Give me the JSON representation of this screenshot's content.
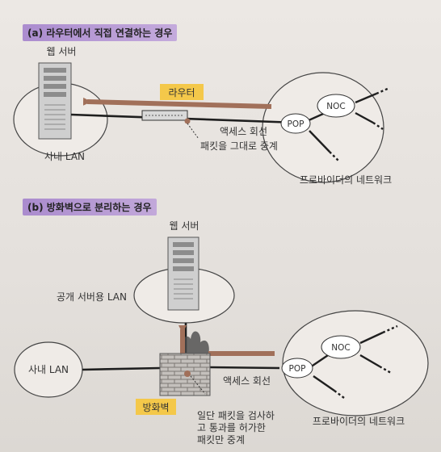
{
  "section_a": {
    "title": "(a) 라우터에서 직접 연결하는 경우",
    "web_server": "웹 서버",
    "router": "라우터",
    "lan": "사내 LAN",
    "relay": "패킷을 그대로 중계",
    "access_line": "액세스 회선",
    "pop": "POP",
    "noc": "NOC",
    "provider": "프로바이더의 네트워크"
  },
  "section_b": {
    "title": "(b) 방화벽으로 분리하는 경우",
    "web_server": "웹 서버",
    "public_lan": "공개 서버용 LAN",
    "lan": "사내 LAN",
    "firewall": "방화벽",
    "inspect_line1": "일단 패킷을 검사하",
    "inspect_line2": "고 통과를 허가한",
    "inspect_line3": "패킷만 중계",
    "access_line": "액세스 회선",
    "pop": "POP",
    "noc": "NOC",
    "provider": "프로바이더의 네트워크"
  },
  "colors": {
    "highlight_purple": "#a67fd2",
    "highlight_yellow": "#f4c84a",
    "packet_arrow": "#a1705a",
    "line": "#1f1f1f",
    "brick": "#b9b5b1"
  }
}
